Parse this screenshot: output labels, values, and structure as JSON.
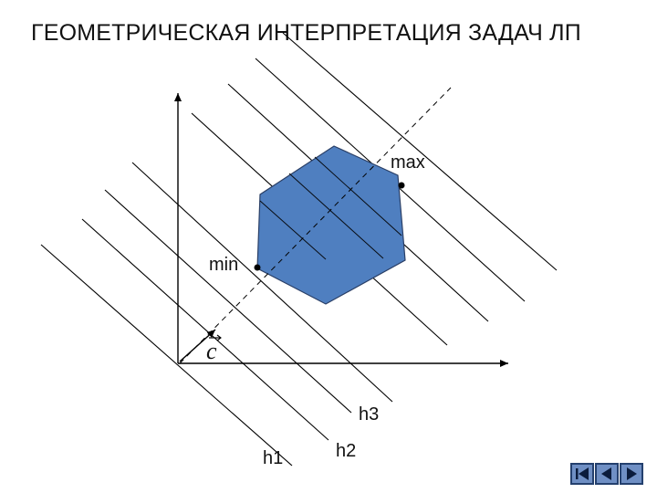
{
  "title": "ГЕОМЕТРИЧЕСКАЯ ИНТЕРПРЕТАЦИЯ ЗАДАЧ ЛП",
  "labels": {
    "max": "max",
    "min": "min",
    "vector": "c",
    "h1": "h1",
    "h2": "h2",
    "h3": "h3"
  },
  "colors": {
    "polygon_fill": "#4f7fc0",
    "polygon_stroke": "#2a3f66",
    "lines": "#000000",
    "nav_fill": "#6f8fc4",
    "nav_border": "#24406e"
  },
  "nav": {
    "buttons": [
      "first-icon",
      "prev-icon",
      "next-icon"
    ]
  }
}
